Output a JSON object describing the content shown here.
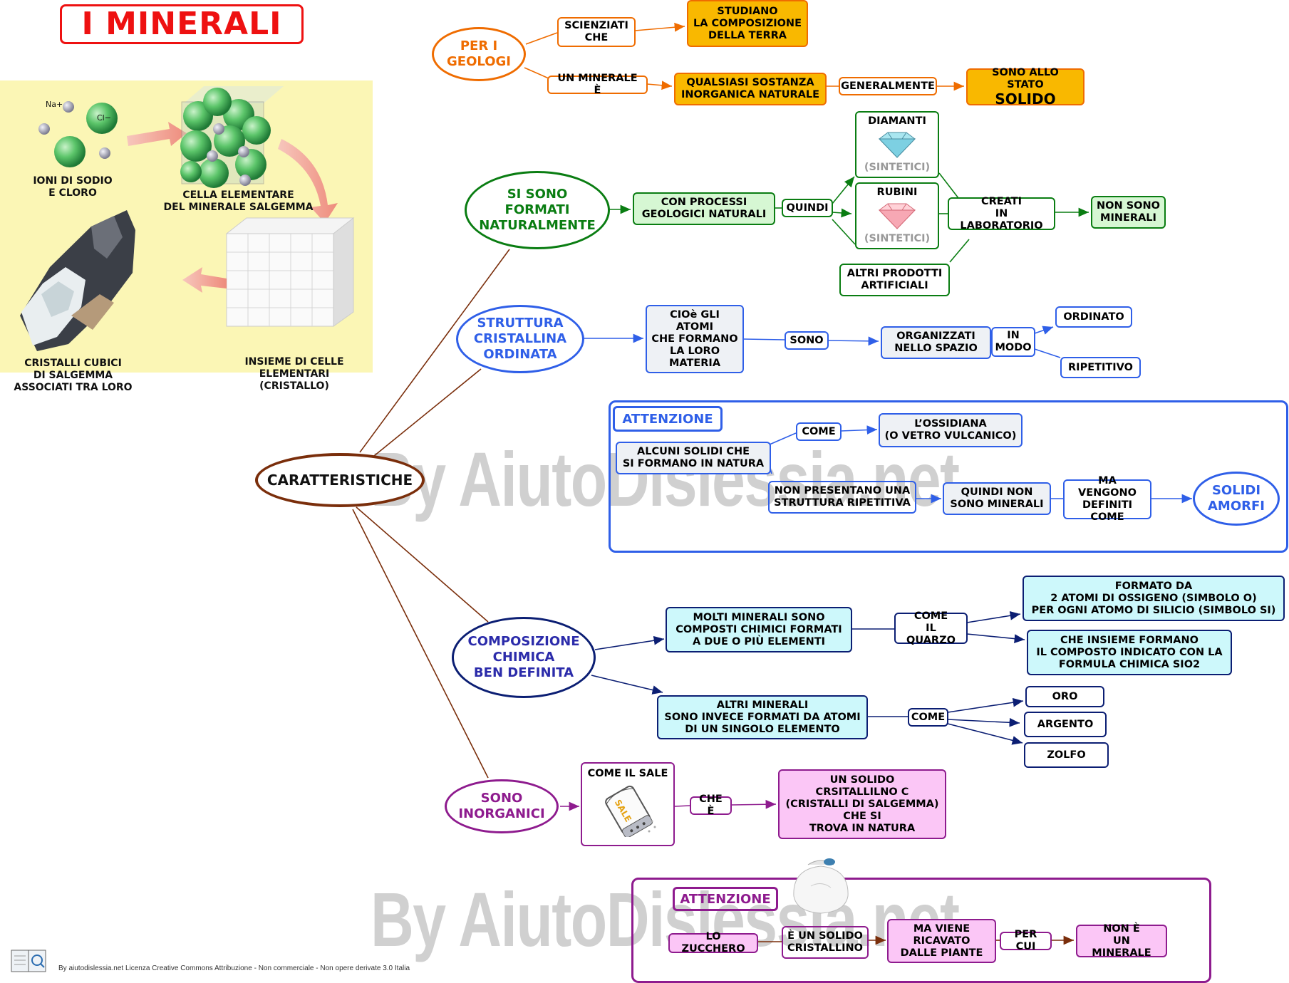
{
  "title": "I MINERALI",
  "illustration": {
    "ions_label": "IONI DI SODIO\nE CLORO",
    "na_label": "Na+",
    "cl_label": "Cl−",
    "cell_label": "CELLA ELEMENTARE\nDEL MINERALE SALGEMMA",
    "crystal_label": "INSIEME DI CELLE\nELEMENTARI\n(CRISTALLO)",
    "rock_label": "CRISTALLI CUBICI\nDI SALGEMMA\nASSOCIATI TRA LORO"
  },
  "center": "CARATTERISTICHE",
  "geologi": {
    "node": "PER I\nGEOLOGI",
    "scienziati": "SCIENZIATI\nCHE",
    "studiano": "STUDIANO\nLA COMPOSIZIONE\nDELLA TERRA",
    "minerale_e": "UN MINERALE È",
    "sostanza": "QUALSIASI SOSTANZA\nINORGANICA NATURALE",
    "generalmente": "GENERALMENTE",
    "stato_top": "SONO ALLO STATO",
    "stato_big": "SOLIDO"
  },
  "formati": {
    "node": "SI SONO\nFORMATI\nNATURALMENTE",
    "processi": "CON PROCESSI\nGEOLOGICI NATURALI",
    "quindi": "QUINDI",
    "diamanti": "DIAMANTI",
    "sintetici1": "(SINTETICI)",
    "rubini": "RUBINI",
    "sintetici2": "(SINTETICI)",
    "altri": "ALTRI PRODOTTI\nARTIFICIALI",
    "creati": "CREATI\nIN LABORATORIO",
    "non_sono": "NON SONO\nMINERALI"
  },
  "struttura": {
    "node": "STRUTTURA\nCRISTALLINA\nORDINATA",
    "cioe": "CIOè GLI\nATOMI\nCHE FORMANO\nLA LORO\nMATERIA",
    "sono": "SONO",
    "organizzati": "ORGANIZZATI\nNELLO SPAZIO",
    "in_modo": "IN\nMODO",
    "ordinato": "ORDINATO",
    "ripetitivo": "RIPETITIVO"
  },
  "attenzione1": {
    "tag": "ATTENZIONE",
    "alcuni": "ALCUNI SOLIDI CHE\nSI FORMANO IN NATURA",
    "come": "COME",
    "ossidiana": "L’OSSIDIANA\n(O VETRO VULCANICO)",
    "non_presentano": "NON PRESENTANO UNA\nSTRUTTURA RIPETITIVA",
    "quindi_non": "QUINDI NON\nSONO MINERALI",
    "ma_vengono": "MA VENGONO\nDEFINITI\nCOME",
    "amorfi": "SOLIDI\nAMORFI"
  },
  "composizione": {
    "node": "COMPOSIZIONE\nCHIMICA\nBEN DEFINITA",
    "molti": "MOLTI MINERALI SONO\nCOMPOSTI CHIMICI FORMATI\nA DUE O PIÙ ELEMENTI",
    "come_quarzo": "COME\nIL QUARZO",
    "formato": "FORMATO DA\n2 ATOMI DI OSSIGENO (SIMBOLO O)\nPER OGNI ATOMO DI SILICIO (SIMBOLO SI)",
    "insieme": "CHE INSIEME FORMANO\nIL COMPOSTO INDICATO CON LA\nFORMULA CHIMICA SIO2",
    "altri": "ALTRI MINERALI\nSONO INVECE FORMATI DA ATOMI\nDI UN SINGOLO ELEMENTO",
    "come": "COME",
    "oro": "ORO",
    "argento": "ARGENTO",
    "zolfo": "ZOLFO"
  },
  "inorganici": {
    "node": "SONO\nINORGANICI",
    "come_sale": "COME IL SALE",
    "sale_word": "SALE",
    "che_e": "CHE È",
    "solido": "UN SOLIDO\nCRSITALLILNO C\n(CRISTALLI DI SALGEMMA)\nCHE SI\nTROVA IN NATURA"
  },
  "attenzione2": {
    "tag": "ATTENZIONE",
    "zucchero": "LO ZUCCHERO",
    "solido_cristallino": "È UN SOLIDO\nCRISTALLINO",
    "ricavato": "MA VIENE\nRICAVATO\nDALLE PIANTE",
    "per_cui": "PER CUI",
    "non_minerale": "NON È\nUN MINERALE"
  },
  "watermark": "By AiutoDislessia.net",
  "footer": "By aiutodislessia.net Licenza Creative Commons Attribuzione - Non commerciale - Non opere derivate 3.0 Italia",
  "colors": {
    "orange": "#ef6c00",
    "orange_fill": "#f9b800",
    "green": "#0a7d12",
    "green_fill": "#d6f7d3",
    "blue": "#2f5fe8",
    "gray_fill": "#eef1f5",
    "navy": "#0b1e73",
    "cyan_fill": "#cdf8fb",
    "purple": "#8e1b8e",
    "pink_fill": "#fbc6f6",
    "brown": "#7a2e0b",
    "yellow_bg": "#fbf6b5"
  }
}
